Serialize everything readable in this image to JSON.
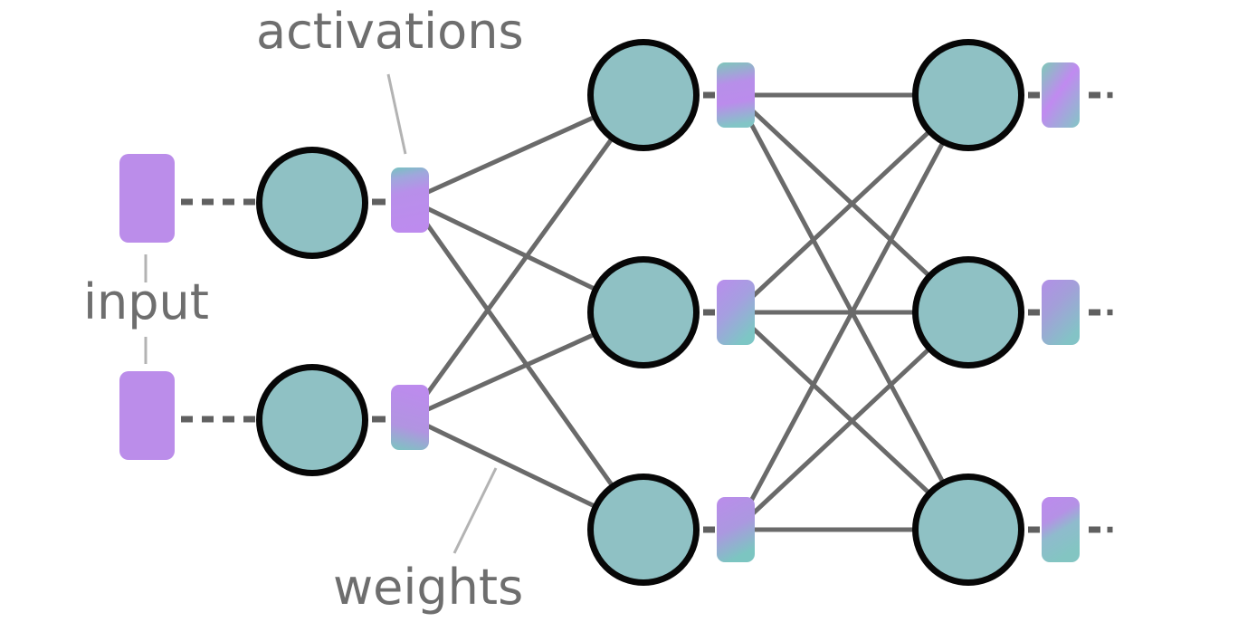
{
  "diagram": {
    "type": "neural-network-schematic",
    "labels": {
      "input": "input",
      "activations": "activations",
      "weights": "weights"
    },
    "structure": {
      "input_vectors": 2,
      "layers": [
        {
          "name": "layer-1",
          "neurons": 2
        },
        {
          "name": "layer-2",
          "neurons": 3
        },
        {
          "name": "layer-3",
          "neurons": 3
        }
      ],
      "connectivity": "fully-connected",
      "continues_to_right": true
    },
    "colors": {
      "neuron_fill": "#8fc1c4",
      "neuron_stroke": "#070707",
      "input_vector_fill": "#bb8dea",
      "activation_purple": "#bb8cec",
      "activation_teal": "#7fc4c1",
      "connection_line": "#6a6a6a",
      "dashed_connector": "#606060",
      "label_text": "#6e6e6e",
      "leader_line": "#b3b3b3"
    }
  }
}
